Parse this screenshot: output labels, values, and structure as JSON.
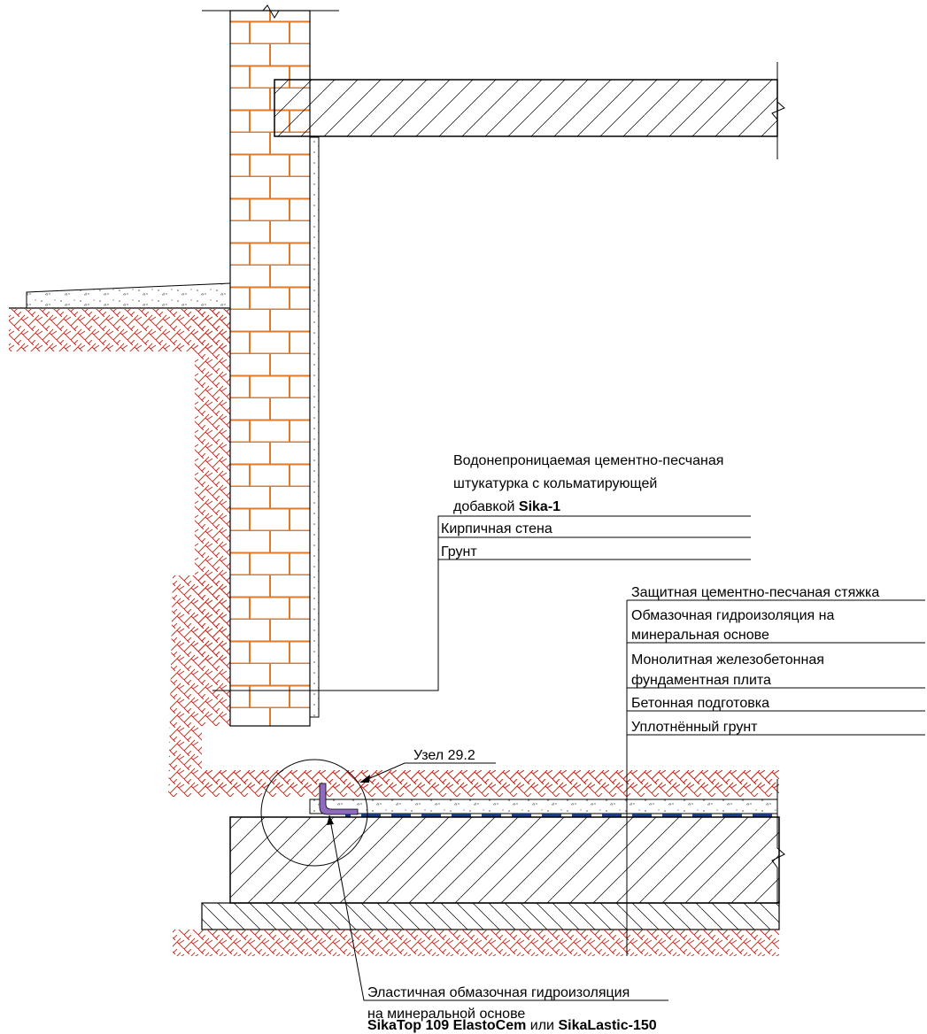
{
  "labels": {
    "plaster_line1": "Водонепроницаемая цементно-песчаная",
    "plaster_line2": "штукатурка с кольматирующей",
    "plaster_line3": "добавкой",
    "plaster_product": "Sika-1",
    "brick_wall": "Кирпичная стена",
    "soil": "Грунт",
    "screed": "Защитная цементно-песчаная стяжка",
    "coating_line1": "Обмазочная гидроизоляция на",
    "coating_line2": "минеральная основе",
    "slab_line1": "Монолитная железобетонная",
    "slab_line2": "фундаментная плита",
    "concrete_prep": "Бетонная подготовка",
    "compacted_soil": "Уплотнённый грунт",
    "node": "Узел 29.2",
    "elastic_line1": "Эластичная обмазочная гидроизоляция",
    "elastic_line2": "на минеральной основе",
    "elastic_product1": "SikaTop 109 ElastoCem",
    "elastic_or": "или",
    "elastic_product2": "SikaLastic-150"
  },
  "colors": {
    "brick": "#e07a2a",
    "soil_hatch": "#c0392b",
    "line": "#000000",
    "membrane": "#8e6bbf",
    "waterproofing": "#1a3a8a"
  }
}
